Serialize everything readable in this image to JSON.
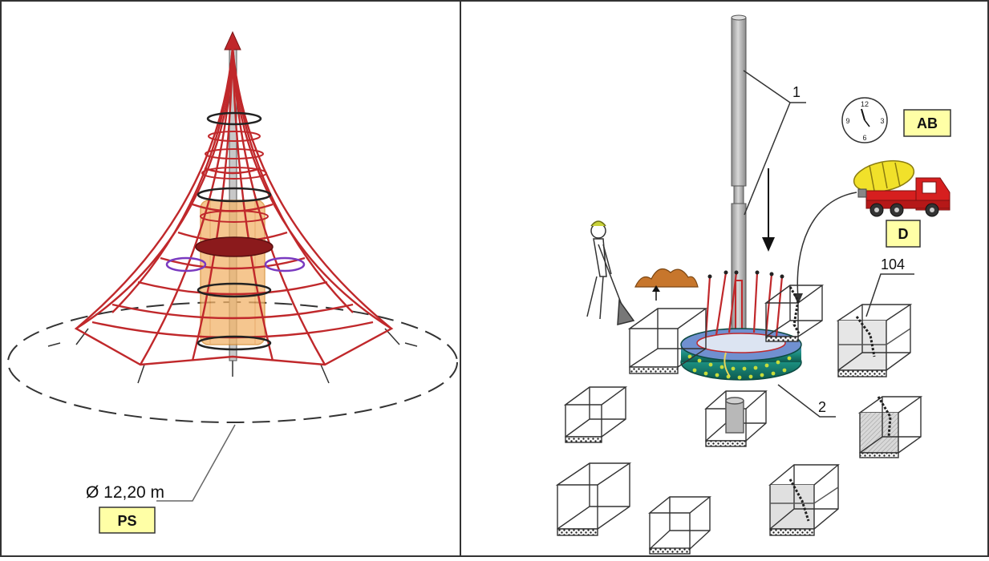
{
  "left_panel": {
    "diameter_label": "Ø 12,20 m",
    "ps_badge": "PS"
  },
  "right_panel": {
    "callout_1": "1",
    "callout_2": "2",
    "callout_104": "104",
    "ab_badge": "AB",
    "d_badge": "D",
    "clock_numbers": [
      "12",
      "3",
      "6",
      "9"
    ]
  },
  "colors": {
    "net_red": "#c0282b",
    "badge_fill": "#ffffa6",
    "truck_red": "#d61f1f",
    "truck_yellow": "#f1e12a",
    "pole_grey": "#b8b8b8",
    "ring_blue": "#4a6fb8",
    "ring_green": "#1a8a7a"
  }
}
